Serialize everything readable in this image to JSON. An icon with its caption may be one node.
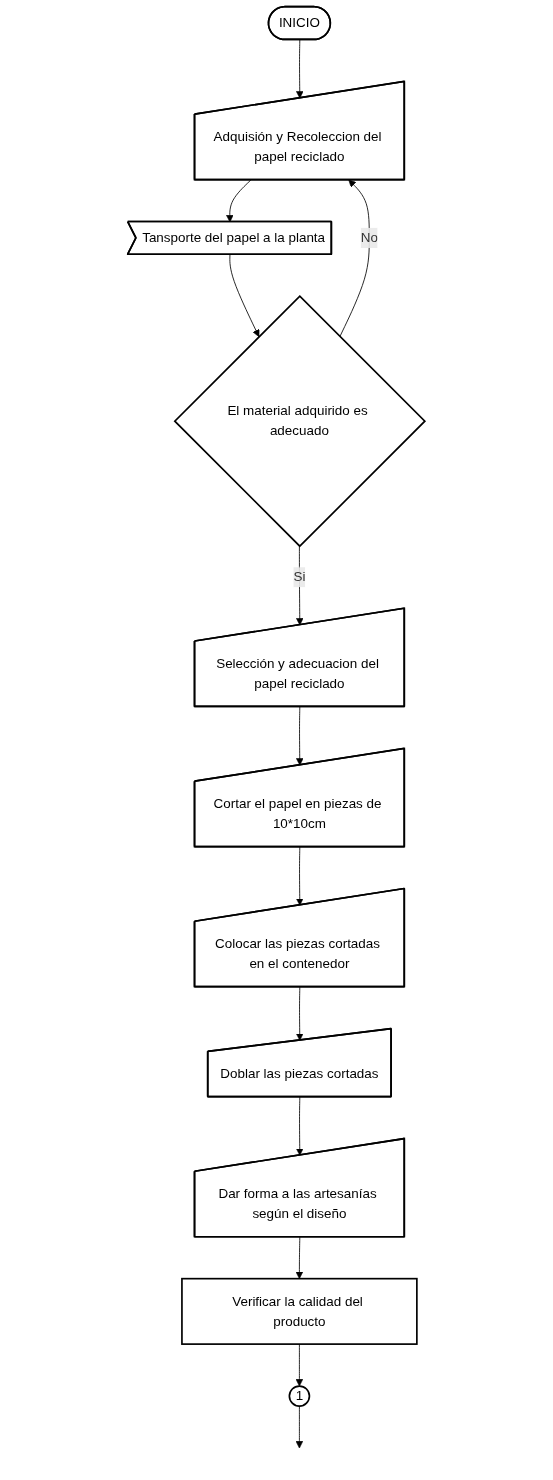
{
  "diagram": {
    "nodes": [
      {
        "text": [
          "INICIO"
        ]
      },
      {
        "text": [
          "Adquisión y Recoleccion del papel reciclado"
        ]
      },
      {
        "text": [
          "Tansporte del papel a la planta"
        ]
      },
      {
        "text": [
          "El material adquirido es adecuado"
        ]
      },
      {
        "text": [
          "Selección y adecuacion del papel reciclado"
        ]
      },
      {
        "text": [
          "Cortar el papel en piezas de 10*10cm"
        ]
      },
      {
        "text": [
          "Colocar las piezas cortadas en el contenedor"
        ]
      },
      {
        "text": [
          "Doblar las piezas cortadas"
        ]
      },
      {
        "text": [
          "Dar forma a las artesanías según el diseño"
        ]
      },
      {
        "text": [
          "Verificar la calidad del producto"
        ]
      },
      {
        "text": [
          "1"
        ]
      }
    ],
    "edges": [
      {
        "from": 0,
        "to": 1,
        "arrow": "to"
      },
      {
        "from": 1,
        "to": 2,
        "arrow": "to"
      },
      {
        "from": 2,
        "to": 3,
        "arrow": "to"
      },
      {
        "from": 3,
        "to": 1,
        "arrow": "to",
        "label": "No"
      },
      {
        "from": 3,
        "to": 4,
        "arrow": "to",
        "label": "Si"
      },
      {
        "from": 4,
        "to": 5,
        "arrow": "to"
      },
      {
        "from": 5,
        "to": 6,
        "arrow": "to"
      },
      {
        "from": 6,
        "to": 7,
        "arrow": "to"
      },
      {
        "from": 7,
        "to": 8,
        "arrow": "to"
      },
      {
        "from": 8,
        "to": 9,
        "arrow": "to"
      },
      {
        "from": 9,
        "to": 10,
        "arrow": "to"
      },
      {
        "from": 10,
        "to": null,
        "arrow": "to"
      }
    ]
  }
}
